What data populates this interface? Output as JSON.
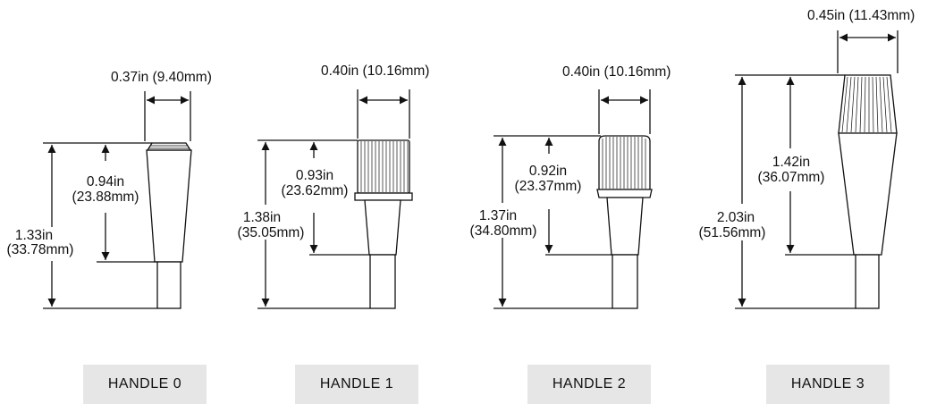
{
  "colors": {
    "line": "#111111",
    "label_bg": "#e6e6e6"
  },
  "handles": [
    {
      "label": "HANDLE 0",
      "width_dim": "0.37in (9.40mm)",
      "grip_dim_in": "0.94in",
      "grip_dim_mm": "(23.88mm)",
      "total_dim_in": "1.33in",
      "total_dim_mm": "(33.78mm)"
    },
    {
      "label": "HANDLE 1",
      "width_dim": "0.40in (10.16mm)",
      "grip_dim_in": "0.93in",
      "grip_dim_mm": "(23.62mm)",
      "total_dim_in": "1.38in",
      "total_dim_mm": "(35.05mm)"
    },
    {
      "label": "HANDLE 2",
      "width_dim": "0.40in (10.16mm)",
      "grip_dim_in": "0.92in",
      "grip_dim_mm": "(23.37mm)",
      "total_dim_in": "1.37in",
      "total_dim_mm": "(34.80mm)"
    },
    {
      "label": "HANDLE 3",
      "width_dim": "0.45in (11.43mm)",
      "grip_dim_in": "1.42in",
      "grip_dim_mm": "(36.07mm)",
      "total_dim_in": "2.03in",
      "total_dim_mm": "(51.56mm)"
    }
  ]
}
